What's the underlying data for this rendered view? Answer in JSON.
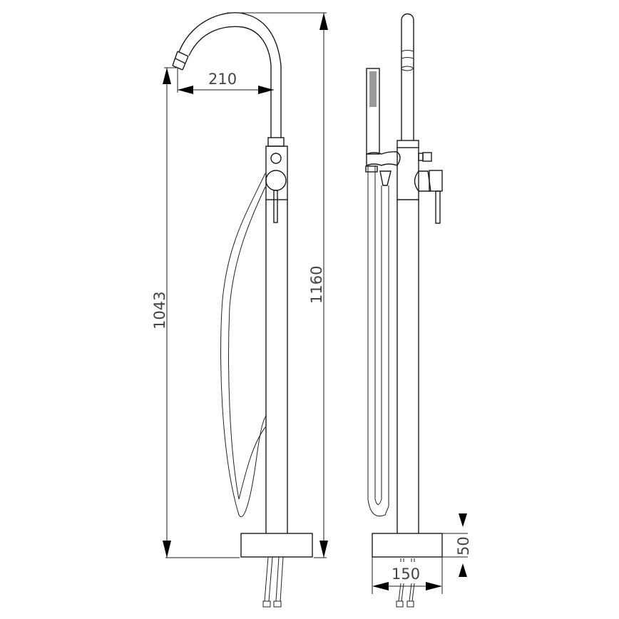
{
  "diagram": {
    "subject": "Freestanding bath faucet technical drawing",
    "views": [
      "front-view",
      "side-view"
    ],
    "dimensions": {
      "spout_reach": "210",
      "spout_outlet_height": "1043",
      "total_height": "1160",
      "base_height": "50",
      "base_width": "150"
    },
    "units": "mm",
    "line_color": "#1a1a1a",
    "text_color": "#444444",
    "background": "#ffffff"
  }
}
